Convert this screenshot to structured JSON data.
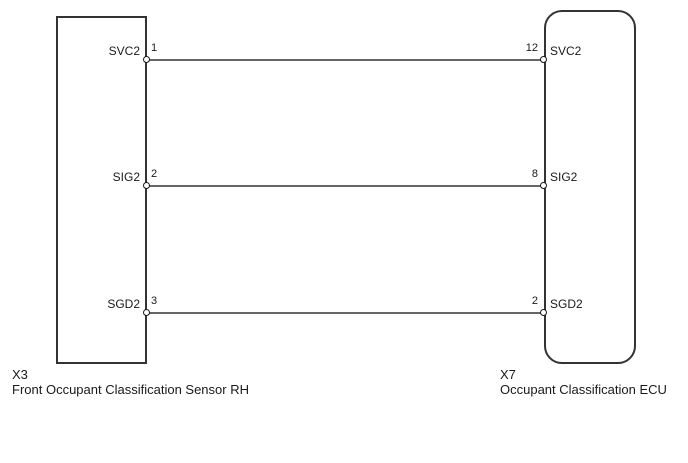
{
  "diagram": {
    "left_connector": {
      "id": "X3",
      "name": "Front Occupant Classification Sensor RH"
    },
    "right_connector": {
      "id": "X7",
      "name": "Occupant Classification ECU"
    },
    "wires": [
      {
        "left_signal": "SVC2",
        "left_pin": "1",
        "right_pin": "12",
        "right_signal": "SVC2"
      },
      {
        "left_signal": "SIG2",
        "left_pin": "2",
        "right_pin": "8",
        "right_signal": "SIG2"
      },
      {
        "left_signal": "SGD2",
        "left_pin": "3",
        "right_pin": "2",
        "right_signal": "SGD2"
      }
    ],
    "colors": {
      "wire": "#666666",
      "connector_border": "#333333",
      "text": "#1a1a1a",
      "background": "#ffffff"
    }
  }
}
